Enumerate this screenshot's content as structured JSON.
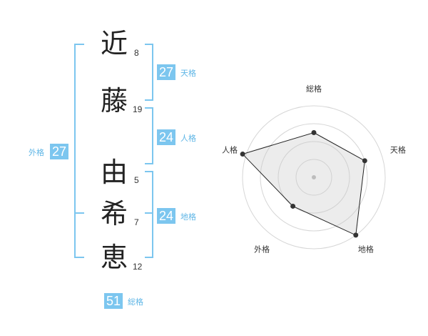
{
  "name": {
    "characters": [
      {
        "char": "近",
        "strokes": "8"
      },
      {
        "char": "藤",
        "strokes": "19"
      },
      {
        "char": "由",
        "strokes": "5"
      },
      {
        "char": "希",
        "strokes": "7"
      },
      {
        "char": "恵",
        "strokes": "12"
      }
    ]
  },
  "scores": {
    "tenkaku": {
      "label": "天格",
      "value": "27"
    },
    "jinkaku": {
      "label": "人格",
      "value": "24"
    },
    "chikaku": {
      "label": "地格",
      "value": "24"
    },
    "gaikaku": {
      "label": "外格",
      "value": "27"
    },
    "soukaku": {
      "label": "総格",
      "value": "51"
    }
  },
  "colors": {
    "accent": "#7cc6ef",
    "badge_text": "#ffffff",
    "label_text": "#5fb6e6"
  },
  "chart_data": {
    "type": "radar",
    "axes": [
      "総格",
      "天格",
      "地格",
      "外格",
      "人格"
    ],
    "levels": 4,
    "max": 4,
    "values": [
      2.5,
      3,
      4,
      2,
      4.2
    ]
  }
}
